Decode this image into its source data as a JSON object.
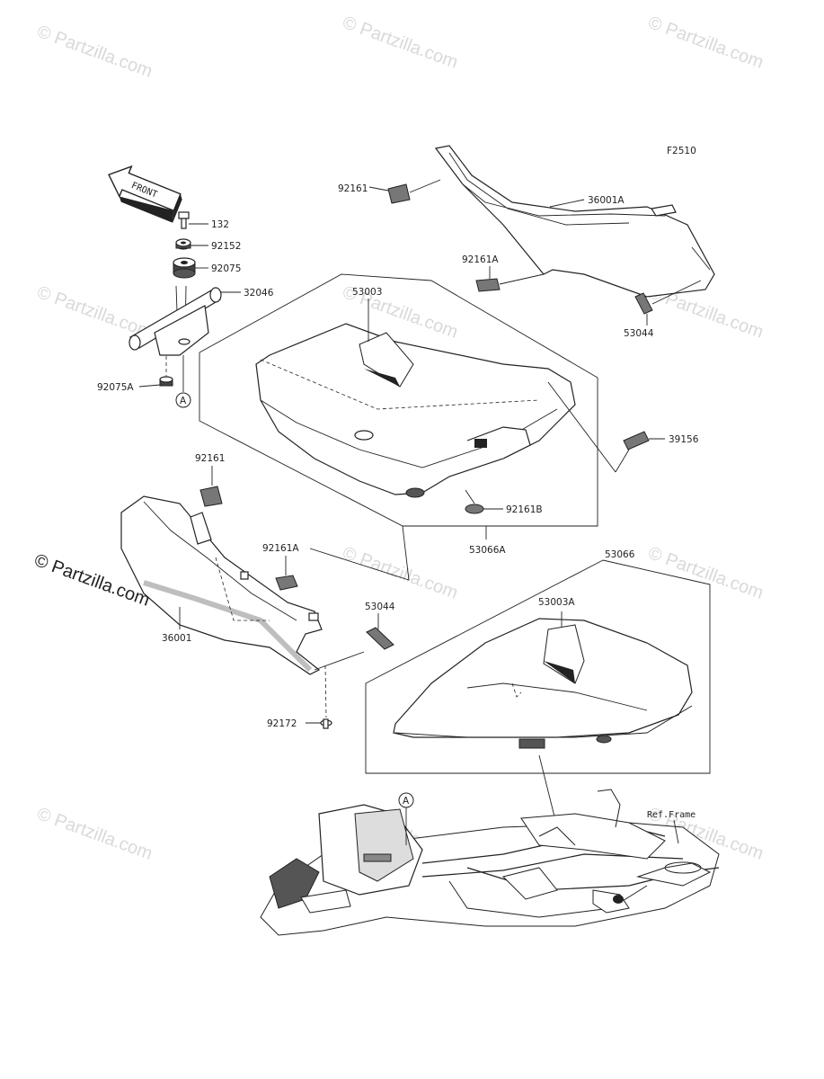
{
  "diagram_code": "F2510",
  "front_label": "FRONT",
  "copyright": "© Partzilla.com",
  "watermark": "© Partzilla.com",
  "ref_frame": "Ref.Frame",
  "ref_a": "A",
  "parts": {
    "p132": "132",
    "p92152": "92152",
    "p92075": "92075",
    "p32046": "32046",
    "p92075A": "92075A",
    "p92161_top": "92161",
    "p36001A": "36001A",
    "p92161A_top": "92161A",
    "p53044_top": "53044",
    "p53003": "53003",
    "p39156": "39156",
    "p92161B": "92161B",
    "p53066A": "53066A",
    "p92161_left": "92161",
    "p92161A_left": "92161A",
    "p53044_mid": "53044",
    "p36001": "36001",
    "p92172": "92172",
    "p53066": "53066",
    "p53003A": "53003A"
  }
}
